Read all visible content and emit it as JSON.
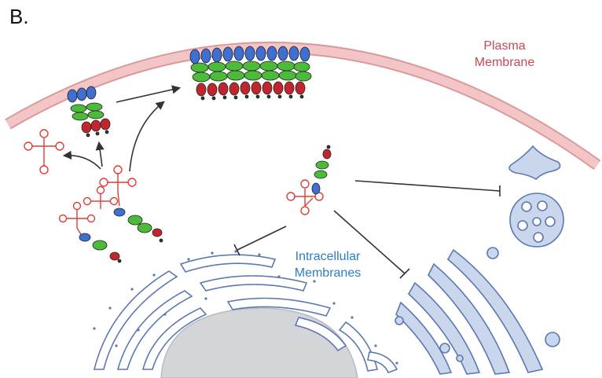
{
  "panel_letter": "B.",
  "labels": {
    "plasma_membrane_line1": "Plasma",
    "plasma_membrane_line2": "Membrane",
    "intracellular_line1": "Intracellular",
    "intracellular_line2": "Membranes"
  },
  "colors": {
    "membrane_fill": "#f4c5c6",
    "membrane_edge": "#d99a9c",
    "organelle_fill": "#c9d6ec",
    "organelle_edge": "#5b78b3",
    "nucleus": "#d3d5d9",
    "rna": "#d9403a",
    "domain_blue": "#3f6fd1",
    "domain_green": "#4cbb3a",
    "domain_red": "#c2262d",
    "arrow": "#333333"
  }
}
